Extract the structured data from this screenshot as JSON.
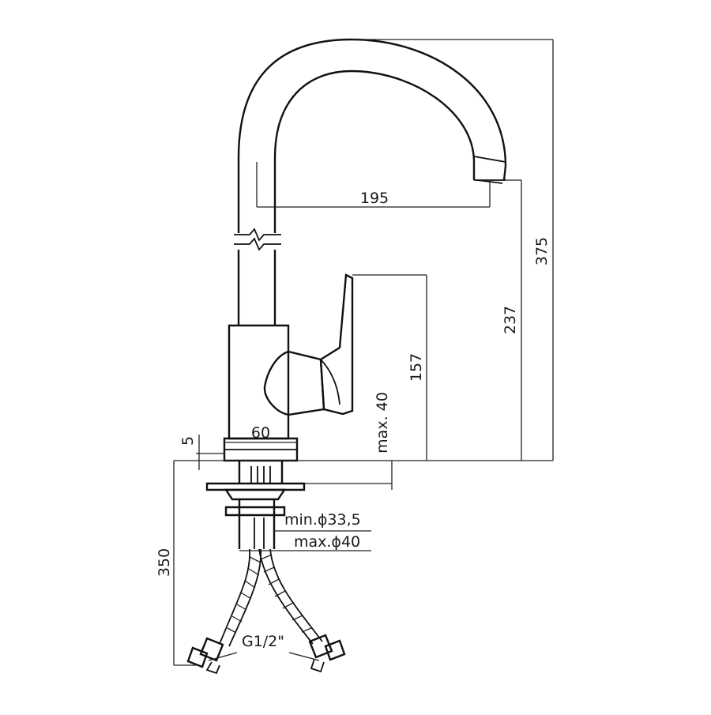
{
  "dimensions": {
    "spout_reach": "195",
    "total_height": "375",
    "spout_height": "237",
    "lever_height": "157",
    "max_deck_thickness": "max. 40",
    "base_diameter": "60",
    "base_gasket": "5",
    "hose_length": "350",
    "min_hole": "min.ϕ33,5",
    "max_hole": "max.ϕ40",
    "connection": "G1/2\""
  }
}
